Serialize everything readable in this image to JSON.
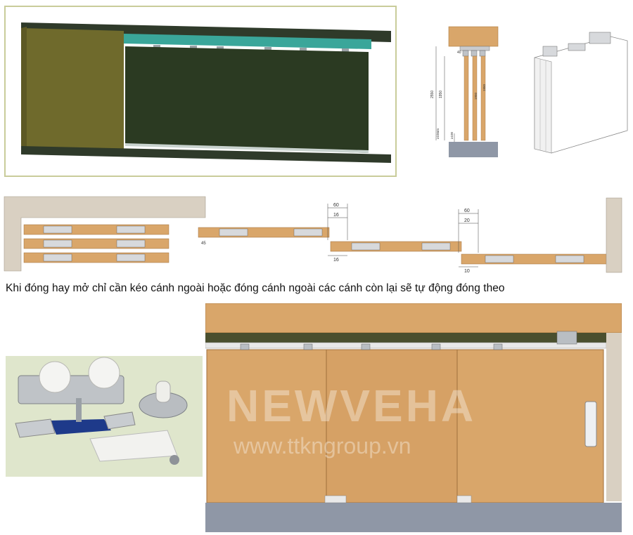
{
  "caption": "Khi đóng hay mở chỉ cần kéo cánh ngoài hoặc đóng cánh ngoài các cánh còn lại sẽ tự động đóng theo",
  "watermark": {
    "brand": "NEWVEHA",
    "url": "www.ttkngroup.vn"
  },
  "section_dims": {
    "height_total": "2550",
    "height_door": "1950",
    "top_gap": "40",
    "bottom_gap": "≥100",
    "floor_gap": "≥10mm",
    "door_label_a": "1950",
    "door_label_b": "1950"
  },
  "plan_dims": {
    "offset_a_total": "60",
    "offset_a_inner": "16",
    "offset_a_side": "16",
    "offset_b_total": "60",
    "offset_b_inner": "20",
    "offset_b_side": "10",
    "left_gap": "45"
  },
  "colors": {
    "wood": "#d9a66a",
    "wood_dark": "#c98e50",
    "track": "#2f3a2a",
    "render_glass": "#2b3a22",
    "render_side": "#6f6a2c",
    "teal": "#3aa69a",
    "frame_border": "#c9cc9a",
    "floor": "#8f97a6",
    "wall": "#d9d0c2"
  }
}
